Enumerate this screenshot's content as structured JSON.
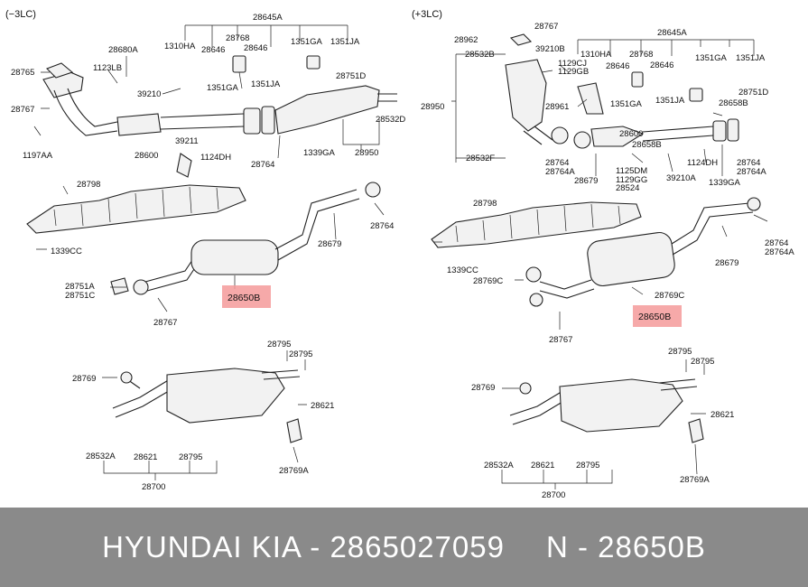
{
  "panels": {
    "left_tag": "(−3LC)",
    "right_tag": "(+3LC)"
  },
  "left_labels": {
    "l28645A": "28645A",
    "l1310HA": "1310HA",
    "l28768": "28768",
    "l28646a": "28646",
    "l28646b": "28646",
    "l28680A": "28680A",
    "l1123LB": "1123LB",
    "l28765": "28765",
    "l39210": "39210",
    "l1351GA_1": "1351GA",
    "l1351JA_1": "1351JA",
    "l1351GA_2": "1351GA",
    "l1351JA_2": "1351JA",
    "l28751D": "28751D",
    "l28532D": "28532D",
    "l28767a": "28767",
    "l1197AA": "1197AA",
    "l28600": "28600",
    "l39211": "39211",
    "l1124DH": "1124DH",
    "l28764a": "28764",
    "l1339GA": "1339GA",
    "l28950": "28950",
    "l28798": "28798",
    "l1339CC": "1339CC",
    "l28764b": "28764",
    "l28679": "28679",
    "l28751A": "28751A",
    "l28751C": "28751C",
    "l28650B": "28650B",
    "l28767b": "28767",
    "l28795a": "28795",
    "l28795b": "28795",
    "l28769": "28769",
    "l28621a": "28621",
    "l28769A": "28769A",
    "l28532A": "28532A",
    "l28621b": "28621",
    "l28795c": "28795",
    "l28700": "28700"
  },
  "right_labels": {
    "r28767a": "28767",
    "r28645A": "28645A",
    "r28962": "28962",
    "r39210B": "39210B",
    "r28532B": "28532B",
    "r1129CJ": "1129CJ",
    "r1129GB": "1129GB",
    "r1310HA": "1310HA",
    "r28768": "28768",
    "r1351GA": "1351GA",
    "r1351JA": "1351JA",
    "r28646a": "28646",
    "r28646b": "28646",
    "r28950": "28950",
    "r28751D": "28751D",
    "r1351GA_2": "1351GA",
    "r1351JA_2": "1351JA",
    "r28658B_1": "28658B",
    "r28961": "28961",
    "r28600": "28600",
    "r28658B_2": "28658B",
    "r28532F": "28532F",
    "r28764": "28764",
    "r28764A": "28764A",
    "r28679": "28679",
    "r1125DM": "1125DM",
    "r1129GG": "1129GG",
    "r28524": "28524",
    "r39210A": "39210A",
    "r1124DH": "1124DH",
    "r1339GA": "1339GA",
    "r28764b": "28764",
    "r28764Ab": "28764A",
    "r28798": "28798",
    "r1339CC": "1339CC",
    "r28764c": "28764",
    "r28764Ac": "28764A",
    "r28679b": "28679",
    "r28769C_1": "28769C",
    "r28769C_2": "28769C",
    "r28650B": "28650B",
    "r28767b": "28767",
    "r28795a": "28795",
    "r28795b": "28795",
    "r28769": "28769",
    "r28621a": "28621",
    "r28769A": "28769A",
    "r28532A": "28532A",
    "r28621b": "28621",
    "r28795c": "28795",
    "r28700": "28700"
  },
  "highlight_color": "#f59a9a",
  "footer": {
    "brand": "HYUNDAI  KIA - 2865027059",
    "part": "N - 28650B",
    "background": "#8a8a8a"
  }
}
